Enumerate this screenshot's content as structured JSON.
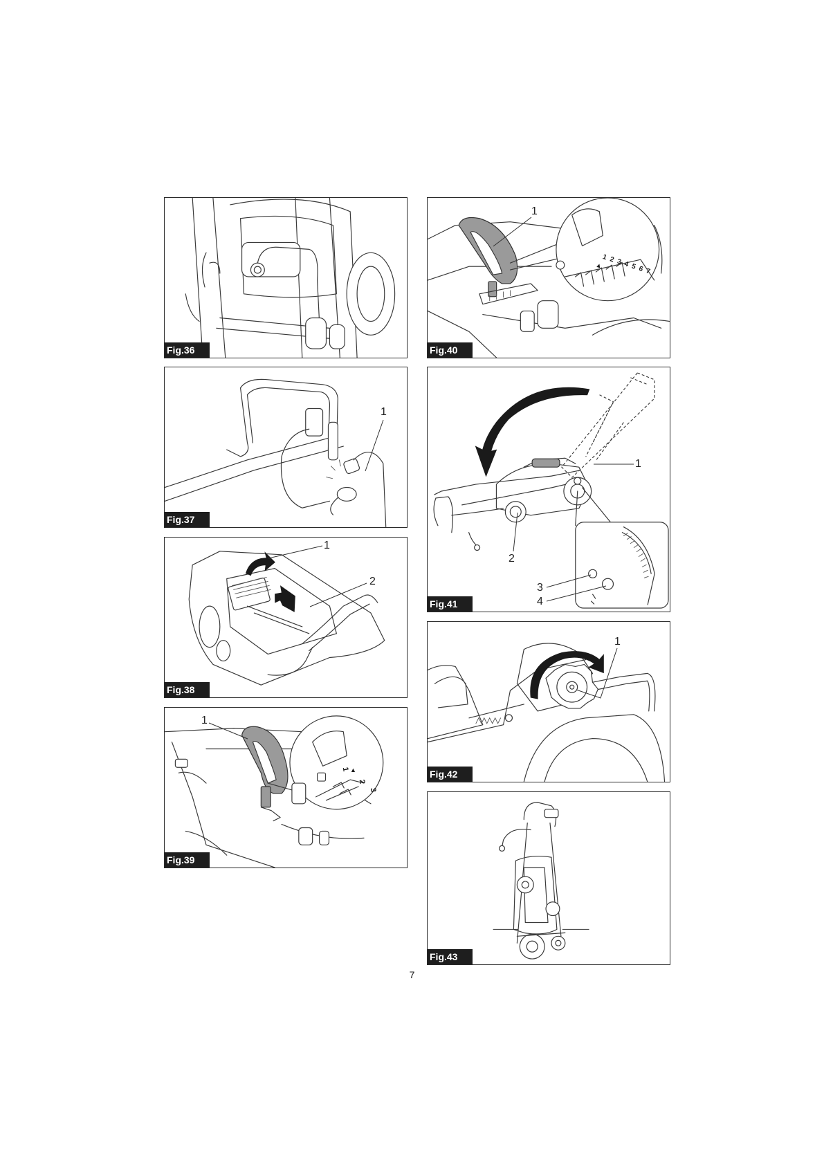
{
  "figures": [
    {
      "id": "fig36",
      "label": "Fig.36",
      "callouts": []
    },
    {
      "id": "fig37",
      "label": "Fig.37",
      "callouts": [
        "1"
      ]
    },
    {
      "id": "fig38",
      "label": "Fig.38",
      "callouts": [
        "1",
        "2"
      ]
    },
    {
      "id": "fig39",
      "label": "Fig.39",
      "callouts": [
        "1"
      ],
      "scale_digits": [
        "1",
        "2",
        "3"
      ]
    },
    {
      "id": "fig40",
      "label": "Fig.40",
      "callouts": [
        "1"
      ],
      "scale_digits": [
        "1",
        "2",
        "3",
        "4",
        "5",
        "6",
        "7"
      ]
    },
    {
      "id": "fig41",
      "label": "Fig.41",
      "callouts": [
        "1",
        "2",
        "3",
        "4"
      ]
    },
    {
      "id": "fig42",
      "label": "Fig.42",
      "callouts": [
        "1"
      ]
    },
    {
      "id": "fig43",
      "label": "Fig.43",
      "callouts": []
    }
  ],
  "page_number": "7"
}
